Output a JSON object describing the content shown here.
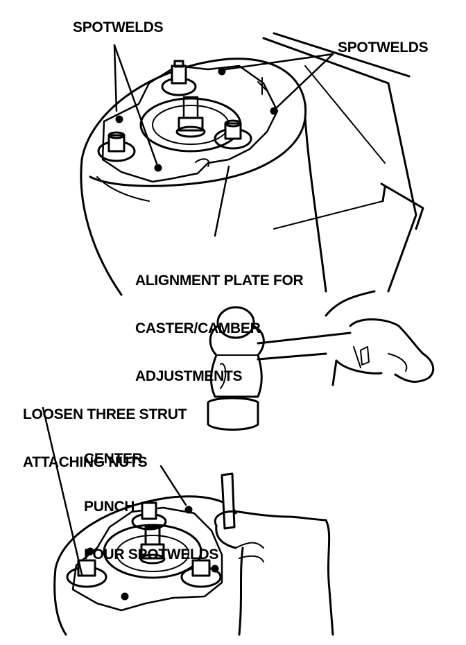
{
  "labels": {
    "spotwelds_left": "SPOTWELDS",
    "spotwelds_right": "SPOTWELDS",
    "alignment_plate": [
      "ALIGNMENT PLATE FOR",
      "CASTER/CAMBER",
      "ADJUSTMENTS"
    ],
    "loosen_nuts": [
      "LOOSEN THREE STRUT",
      "ATTACHING NUTS"
    ],
    "center_punch": [
      "CENTER",
      "PUNCH",
      "FOUR SPOTWELDS"
    ]
  },
  "colors": {
    "ink": "#000000",
    "paper": "#ffffff"
  },
  "icons": [
    "hammer-icon",
    "center-punch-icon",
    "hand-icon",
    "strut-nut-icon"
  ]
}
